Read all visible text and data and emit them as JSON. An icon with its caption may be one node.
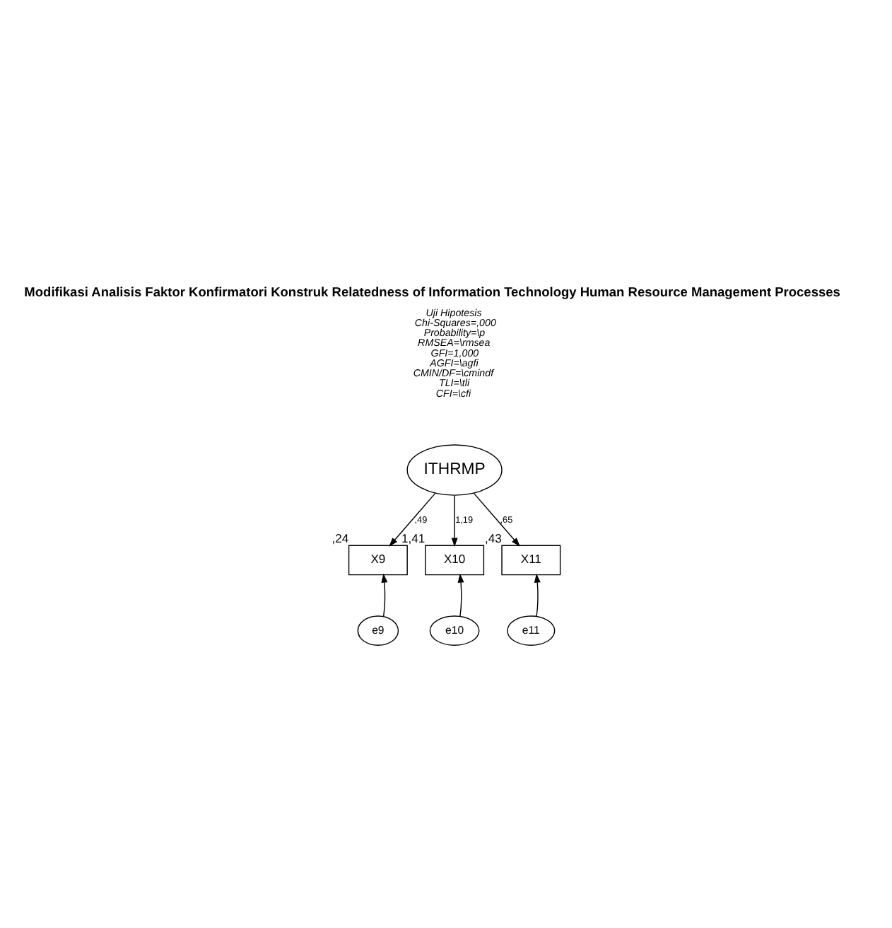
{
  "diagram": {
    "title": "Modifikasi Analisis Faktor Konfirmatori Konstruk Relatedness of Information Technology Human Resource Management Processes",
    "nodes": [
      {
        "text": [
          "ITHRMP"
        ]
      },
      {
        "text": [
          "X9"
        ],
        "beside": [
          ",24"
        ]
      },
      {
        "text": [
          "X10"
        ],
        "beside": [
          "1,41"
        ]
      },
      {
        "text": [
          "X11"
        ],
        "beside": [
          ",43"
        ]
      },
      {
        "text": [
          "e9"
        ]
      },
      {
        "text": [
          "e10"
        ]
      },
      {
        "text": [
          "e11"
        ]
      }
    ],
    "edges": [
      {
        "from": 0,
        "to": 1,
        "arrow": "to",
        "label": ",49"
      },
      {
        "from": 0,
        "to": 2,
        "arrow": "to",
        "label": "1,19"
      },
      {
        "from": 0,
        "to": 3,
        "arrow": "to",
        "label": ",65"
      },
      {
        "from": 4,
        "to": 1,
        "arrow": "to"
      },
      {
        "from": 5,
        "to": 2,
        "arrow": "to"
      },
      {
        "from": 6,
        "to": 3,
        "arrow": "to"
      }
    ],
    "labels": [
      "Uji Hipotesis",
      "Chi-Squares=,000",
      "Probability=\\p",
      "RMSEA=\\rmsea",
      "GFI=1,000",
      "AGFI=\\agfi",
      "CMIN/DF=\\cmindf",
      "TLI=\\tli",
      "CFI=\\cfi"
    ]
  }
}
